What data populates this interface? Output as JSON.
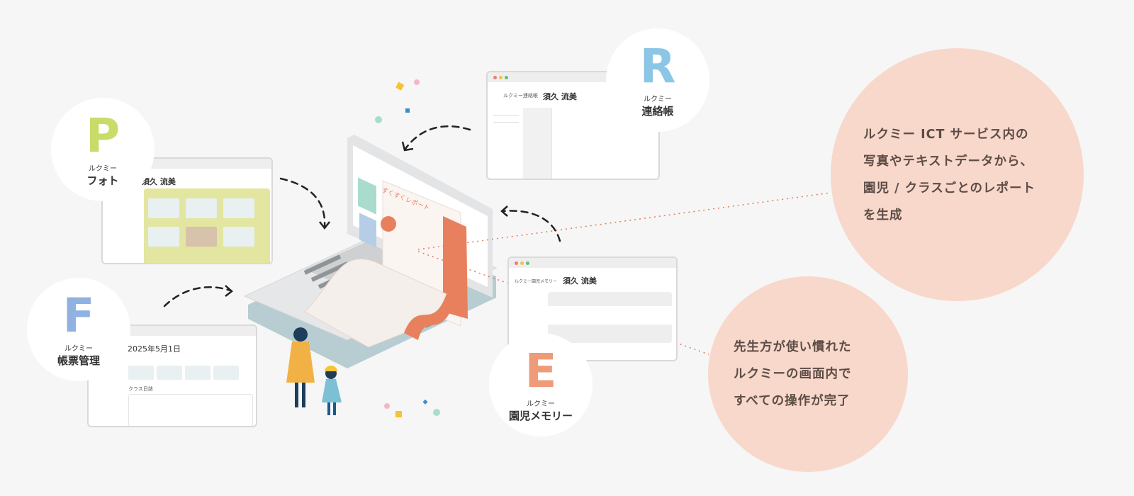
{
  "services": {
    "photo": {
      "letter": "P",
      "brand": "ルクミー",
      "name": "フォト",
      "color": "#c8dc6a"
    },
    "contact": {
      "letter": "R",
      "brand": "ルクミー",
      "name": "連絡帳",
      "color": "#8cc6e6"
    },
    "forms": {
      "letter": "F",
      "brand": "ルクミー",
      "name": "帳票管理",
      "color": "#8fb2e0"
    },
    "memory": {
      "letter": "E",
      "brand": "ルクミー",
      "name": "園児メモリー",
      "color": "#ef9a78"
    }
  },
  "windows": {
    "child_name": "須久 流美",
    "contact_logo": "ルクミー連絡帳",
    "memory_logo": "ルクミー園児メモリー",
    "forms_date": "2025年5月1日",
    "forms_section": "クラス日誌"
  },
  "laptop": {
    "report_title": "すくすくレポート",
    "accent": "#e8805e"
  },
  "callouts": [
    {
      "lines": [
        "ルクミー ICT サービス内の",
        "写真やテキストデータから、",
        "園児 / クラスごとのレポート",
        "を生成"
      ]
    },
    {
      "lines": [
        "先生方が使い慣れた",
        "ルクミーの画面内で",
        "すべての操作が完了"
      ]
    }
  ],
  "colors": {
    "background": "#f6f6f6",
    "callout": "#f8d8cb",
    "text": "#5b4a44"
  }
}
